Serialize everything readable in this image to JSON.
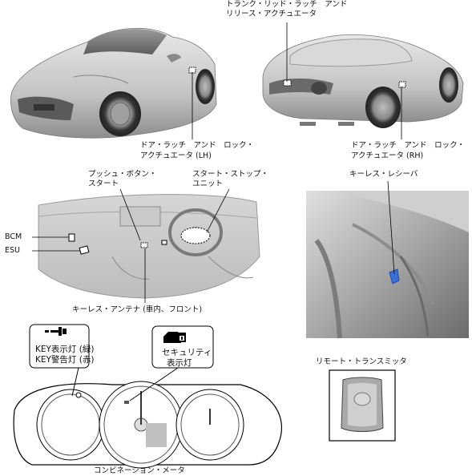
{
  "labels": {
    "trunk_actuator": [
      "トランク・リッド・ラッチ　アンド",
      "リリース・アクチュエータ"
    ],
    "door_lh": [
      "ドア・ラッチ　アンド　ロック・",
      "アクチュエータ (LH)"
    ],
    "door_rh": [
      "ドア・ラッチ　アンド　ロック・",
      "アクチュエータ (RH)"
    ],
    "push_button": [
      "プッシュ・ボタン・",
      "スタート"
    ],
    "start_stop": [
      "スタート・ストップ・",
      "ユニット"
    ],
    "keyless_receiver": "キーレス・レシーバ",
    "bcm": "BCM",
    "esu": "ESU",
    "keyless_antenna": "キーレス・アンテナ (車内、フロント)",
    "key_indicator": [
      "KEY表示灯 (緑)",
      "KEY警告灯 (赤)"
    ],
    "security_indicator": [
      "セキュリティ",
      "表示灯"
    ],
    "remote_transmitter": "リモート・トランスミッタ",
    "combination_meter": "コンビネーション・メータ"
  },
  "icons": {
    "key_indicator": "key-indicator-icon",
    "security_indicator": "car-lock-icon"
  },
  "colors": {
    "receiver_highlight": "#3a6fd8"
  }
}
